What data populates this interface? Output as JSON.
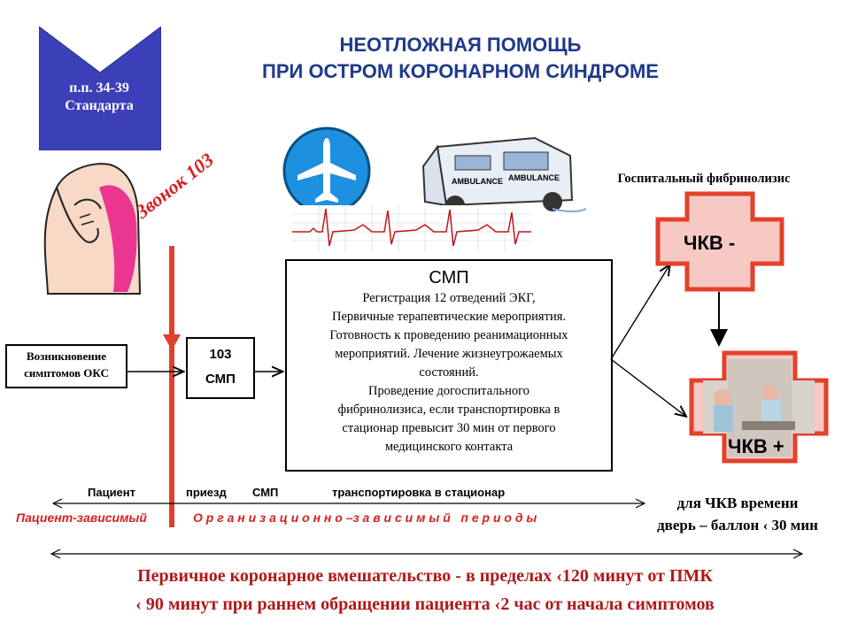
{
  "title": {
    "line1": "НЕОТЛОЖНАЯ ПОМОЩЬ",
    "line2": "ПРИ ОСТРОМ КОРОНАРНОМ СИНДРОМЕ"
  },
  "badge": {
    "line1": "п.п. 34-39",
    "line2": "Стандарта"
  },
  "call_label": "Звонок 103",
  "onset_box": {
    "line1": "Возникновение",
    "line2": "симптомов ОКС"
  },
  "box_103": {
    "line1": "103",
    "line2": "СМП"
  },
  "smp_box": {
    "header": "СМП",
    "lines": [
      "Регистрация 12 отведений ЭКГ,",
      "Первичные терапевтические мероприятия.",
      "Готовность к проведению реанимационных",
      "мероприятий. Лечение жизнеугрожаемых",
      "состояний.",
      "Проведение догоспитального",
      "фибринолизиса, если транспортировка в",
      "стационар превысит 30 мин от первого",
      "медицинского контакта"
    ]
  },
  "hospital_label": "Госпитальный фибринолизис",
  "chkv_minus": "ЧКВ -",
  "chkv_plus": "ЧКВ +",
  "timeline": {
    "patient": "Пациент",
    "arrival": "приезд",
    "smp": "СМП",
    "transport": "транспортировка в стационар",
    "patient_dependent": "Пациент-зависимый",
    "org_dependent": "О р г а н и з а ц и о н н о –з а в и с и м ы й   п е р и о д ы"
  },
  "chkv_time": {
    "line1": "для ЧКВ времени",
    "line2": "дверь – баллон ‹ 30 мин"
  },
  "bottom": {
    "line1": "Первичное коронарное вмешательство - в пределах ‹120 минут от ПМК",
    "line2": "‹ 90 минут при раннем обращении пациента ‹2 час от начала симптомов"
  },
  "colors": {
    "title_blue": "#1f3a8a",
    "badge_blue": "#3b3fb8",
    "red": "#d62020",
    "bottom_red": "#b01818",
    "cross_fill": "#f6c9c4",
    "cross_border": "#e3412b"
  }
}
